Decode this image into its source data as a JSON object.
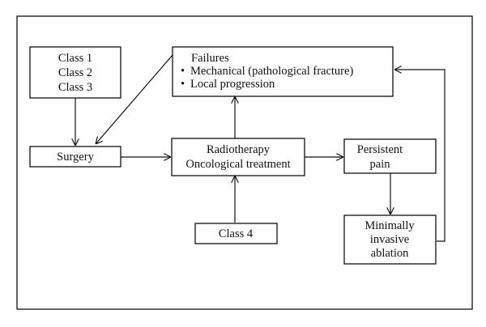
{
  "nodes": {
    "classes": {
      "lines": [
        "Class 1",
        "Class 2",
        "Class 3"
      ]
    },
    "failures": {
      "title": "Failures",
      "bullets": [
        "Mechanical (pathological fracture)",
        "Local progression"
      ]
    },
    "surgery": {
      "label": "Surgery"
    },
    "radiotherapy": {
      "lines": [
        "Radiotherapy",
        "Oncological treatment"
      ]
    },
    "persistent_pain": {
      "lines": [
        "Persistent",
        "pain"
      ]
    },
    "class4": {
      "label": "Class 4"
    },
    "ablation": {
      "lines": [
        "Minimally",
        "invasive",
        "ablation"
      ]
    }
  },
  "bullet_glyph": "•"
}
